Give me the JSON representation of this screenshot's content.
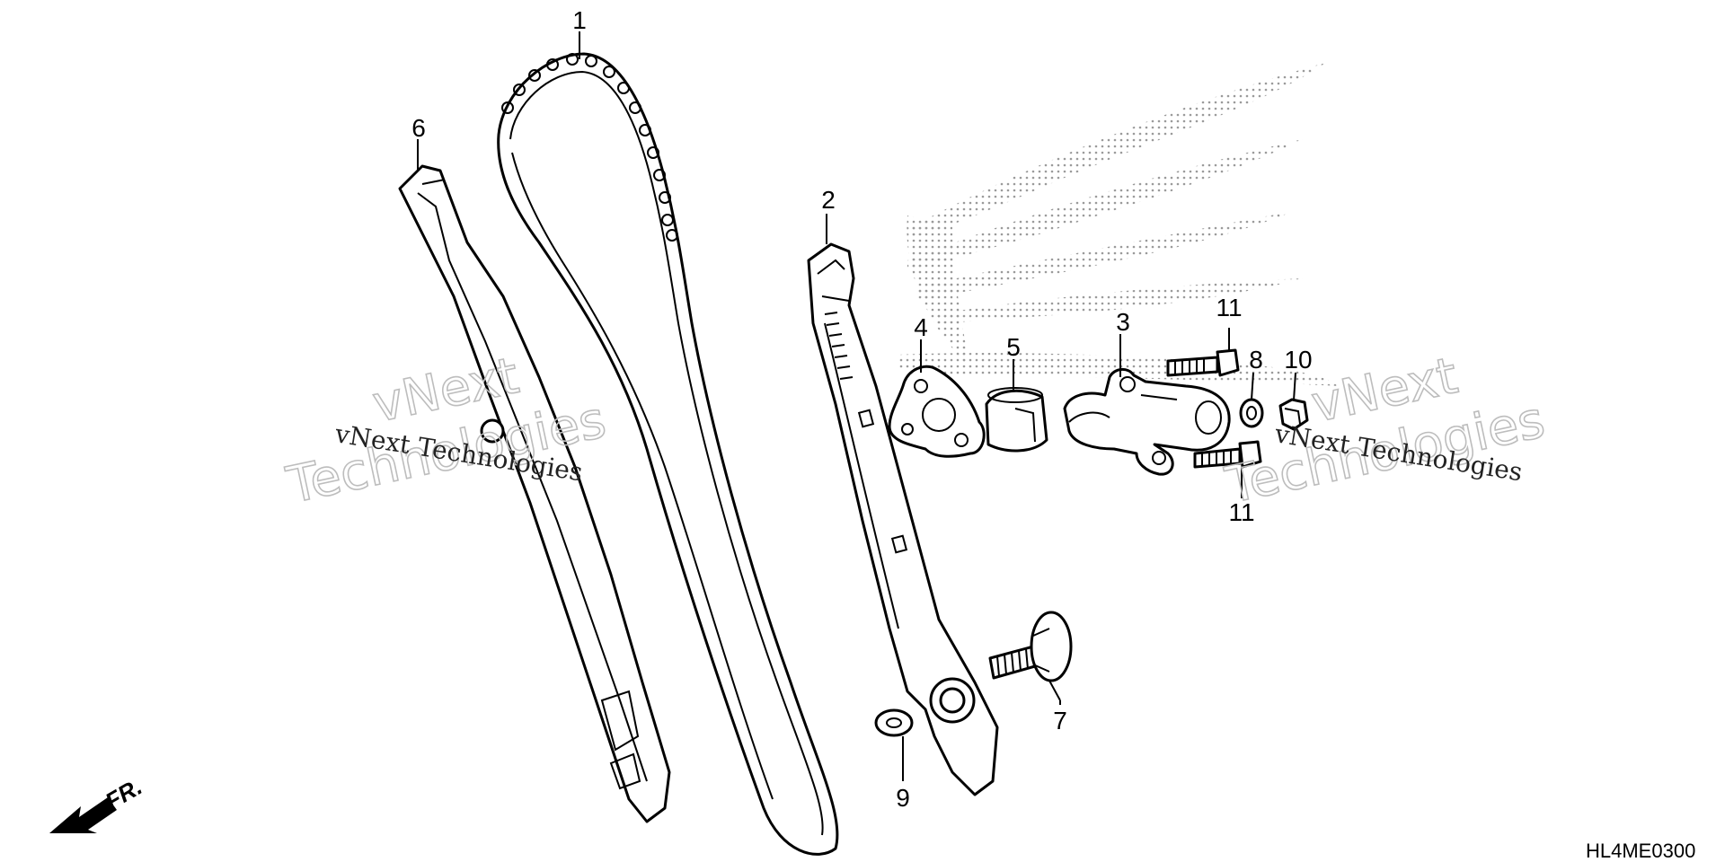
{
  "diagram": {
    "callouts": [
      {
        "id": "c1",
        "label": "1"
      },
      {
        "id": "c2",
        "label": "2"
      },
      {
        "id": "c3",
        "label": "3"
      },
      {
        "id": "c4",
        "label": "4"
      },
      {
        "id": "c5",
        "label": "5"
      },
      {
        "id": "c6",
        "label": "6"
      },
      {
        "id": "c7",
        "label": "7"
      },
      {
        "id": "c8",
        "label": "8"
      },
      {
        "id": "c9",
        "label": "9"
      },
      {
        "id": "c10",
        "label": "10"
      },
      {
        "id": "c11a",
        "label": "11"
      },
      {
        "id": "c11b",
        "label": "11"
      }
    ],
    "front_label": "FR.",
    "diagram_code": "HL4ME0300",
    "watermarks": {
      "small": "vNext Technologies",
      "big_line1": "vNext",
      "big_line2": "Technologies"
    }
  }
}
